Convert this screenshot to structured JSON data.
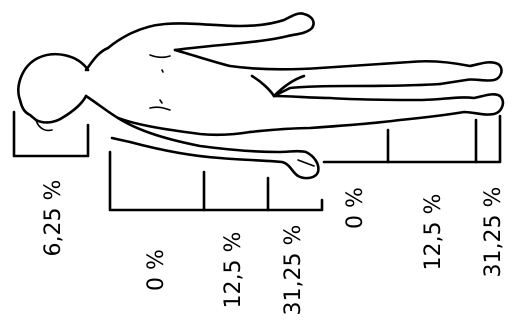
{
  "head_region": {
    "percent": "6,25 %"
  },
  "arm_regions": [
    {
      "id": "arm-upper",
      "percent": "0 %"
    },
    {
      "id": "arm-forearm",
      "percent": "12,5 %"
    },
    {
      "id": "arm-hand",
      "percent": "31,25 %"
    }
  ],
  "leg_regions": [
    {
      "id": "leg-thigh",
      "percent": "0 %"
    },
    {
      "id": "leg-shin",
      "percent": "12,5 %"
    },
    {
      "id": "leg-foot",
      "percent": "31,25 %"
    }
  ],
  "colors": {
    "ink": "#000000",
    "background": "#ffffff"
  }
}
